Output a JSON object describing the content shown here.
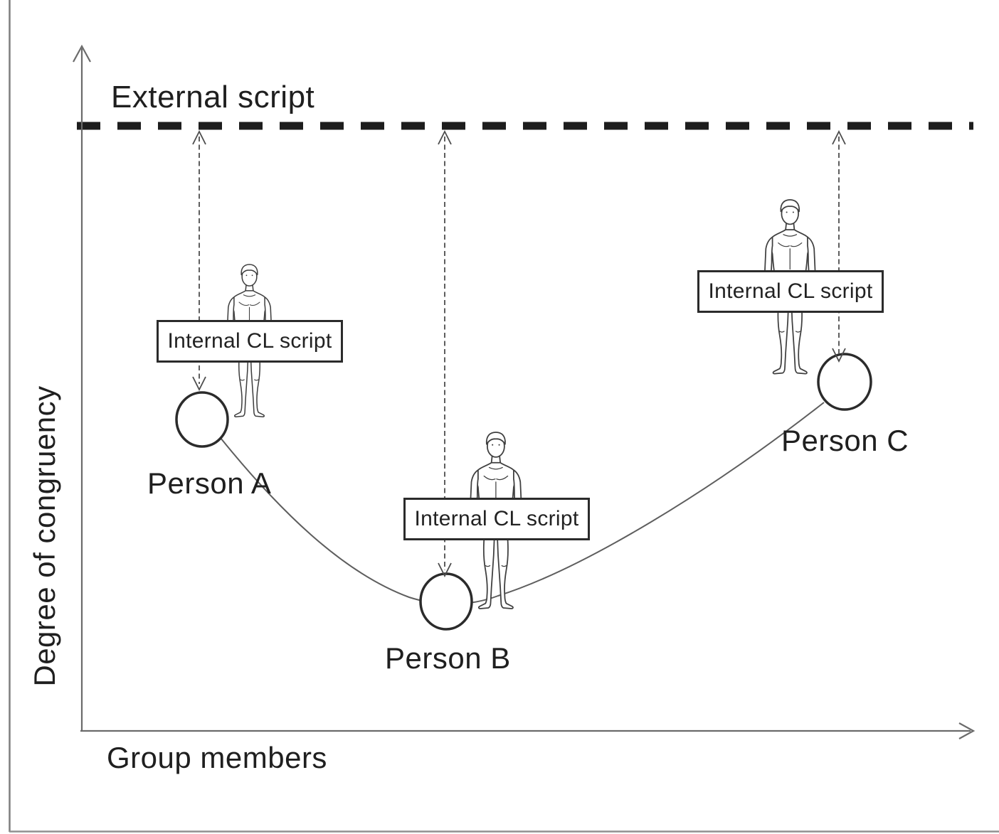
{
  "colors": {
    "ink": "#1f1f1f",
    "axis_gray": "#6b6b6b",
    "external_line": "#1d1d1d",
    "box_border": "#2b2b2b",
    "background": "#ffffff"
  },
  "diagram": {
    "external_script_label": "External script",
    "y_axis_label": "Degree of congruency",
    "x_axis_label": "Group members",
    "persons": [
      {
        "label": "Person A",
        "script_box_label": "Internal CL script"
      },
      {
        "label": "Person B",
        "script_box_label": "Internal CL script"
      },
      {
        "label": "Person C",
        "script_box_label": "Internal CL script"
      }
    ]
  }
}
